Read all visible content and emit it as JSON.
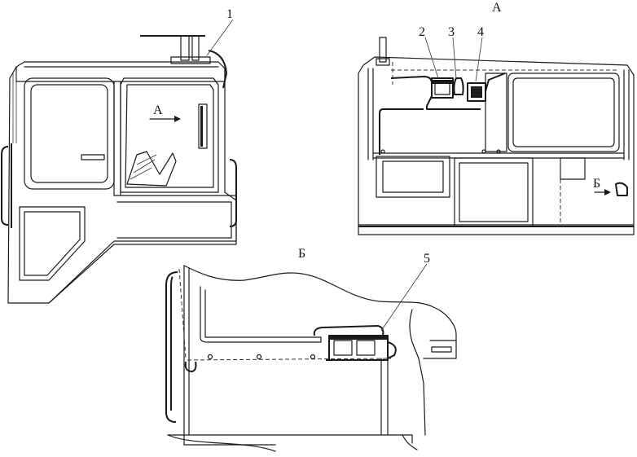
{
  "callouts": {
    "c1": "1",
    "c2": "2",
    "c3": "3",
    "c4": "4",
    "c5": "5"
  },
  "views": {
    "view_a_title": "А",
    "view_a_arrow": "А",
    "view_b_title": "Б",
    "view_b_arrow": "Б"
  }
}
